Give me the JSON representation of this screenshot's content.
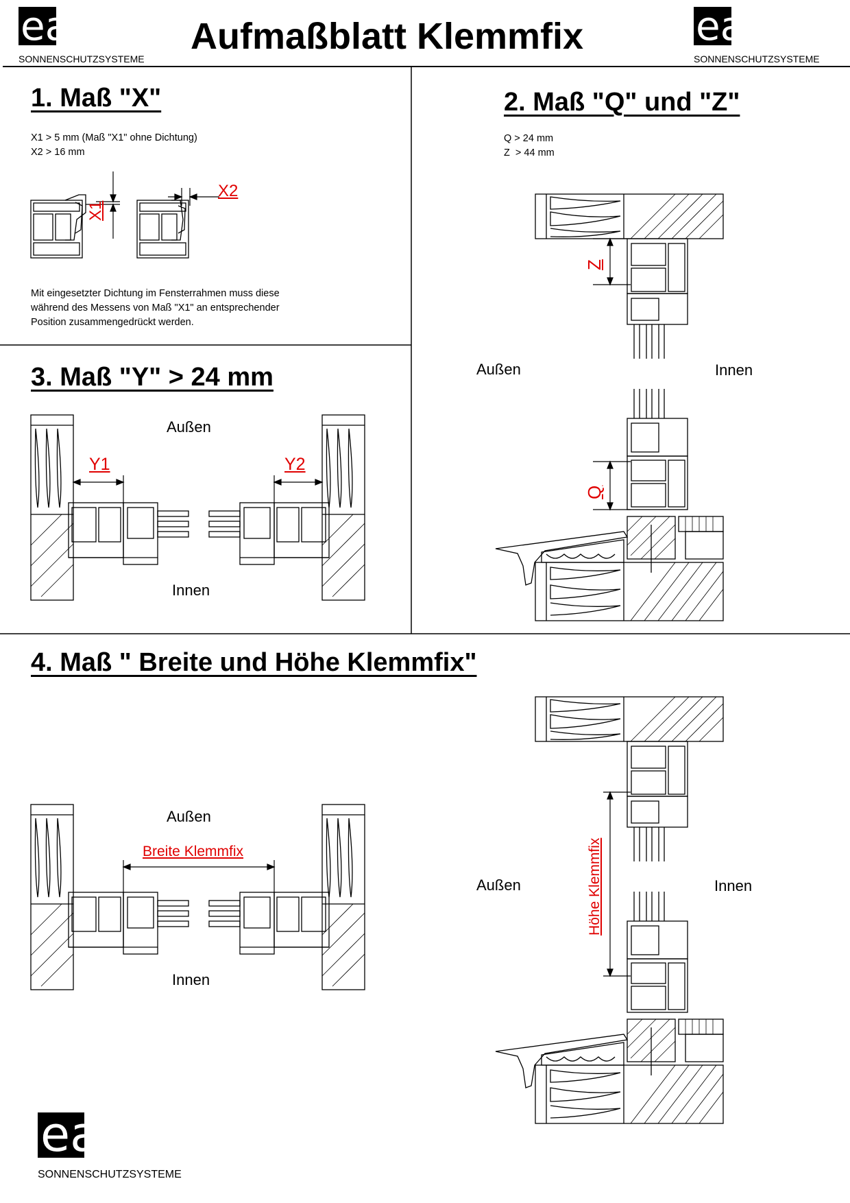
{
  "header": {
    "title": "Aufmaßblatt Klemmfix",
    "logo_text": "easy",
    "logo_sub": "SONNENSCHUTZSYSTEME"
  },
  "section1": {
    "title": "1. Maß \"X\"",
    "spec_lines": [
      "X1 > 5 mm (Maß \"X1\" ohne Dichtung)",
      "X2 > 16 mm"
    ],
    "label_x1": "X1",
    "label_x2": "X2",
    "note_lines": [
      "Mit eingesetzter Dichtung im Fensterrahmen muss diese",
      "während des Messens von Maß \"X1\" an entsprechender",
      "Position zusammengedrückt werden."
    ]
  },
  "section2": {
    "title": "2. Maß \"Q\" und \"Z\"",
    "spec_lines": [
      "Q > 24 mm",
      "Z  > 44 mm"
    ],
    "label_z": "Z",
    "label_q": "Q",
    "outside": "Außen",
    "inside": "Innen"
  },
  "section3": {
    "title": "3. Maß \"Y\" > 24 mm",
    "label_y1": "Y1",
    "label_y2": "Y2",
    "outside": "Außen",
    "inside": "Innen"
  },
  "section4": {
    "title": "4. Maß \" Breite und Höhe Klemmfix\"",
    "label_width": "Breite Klemmfix",
    "label_height": "Höhe Klemmfix",
    "outside_left": "Außen",
    "inside_left": "Innen",
    "outside_right": "Außen",
    "inside_right": "Innen"
  },
  "footer": {
    "logo_text": "easy",
    "logo_sub": "SONNENSCHUTZSYSTEME"
  },
  "colors": {
    "accent_red": "#e00000",
    "line": "#000000"
  }
}
